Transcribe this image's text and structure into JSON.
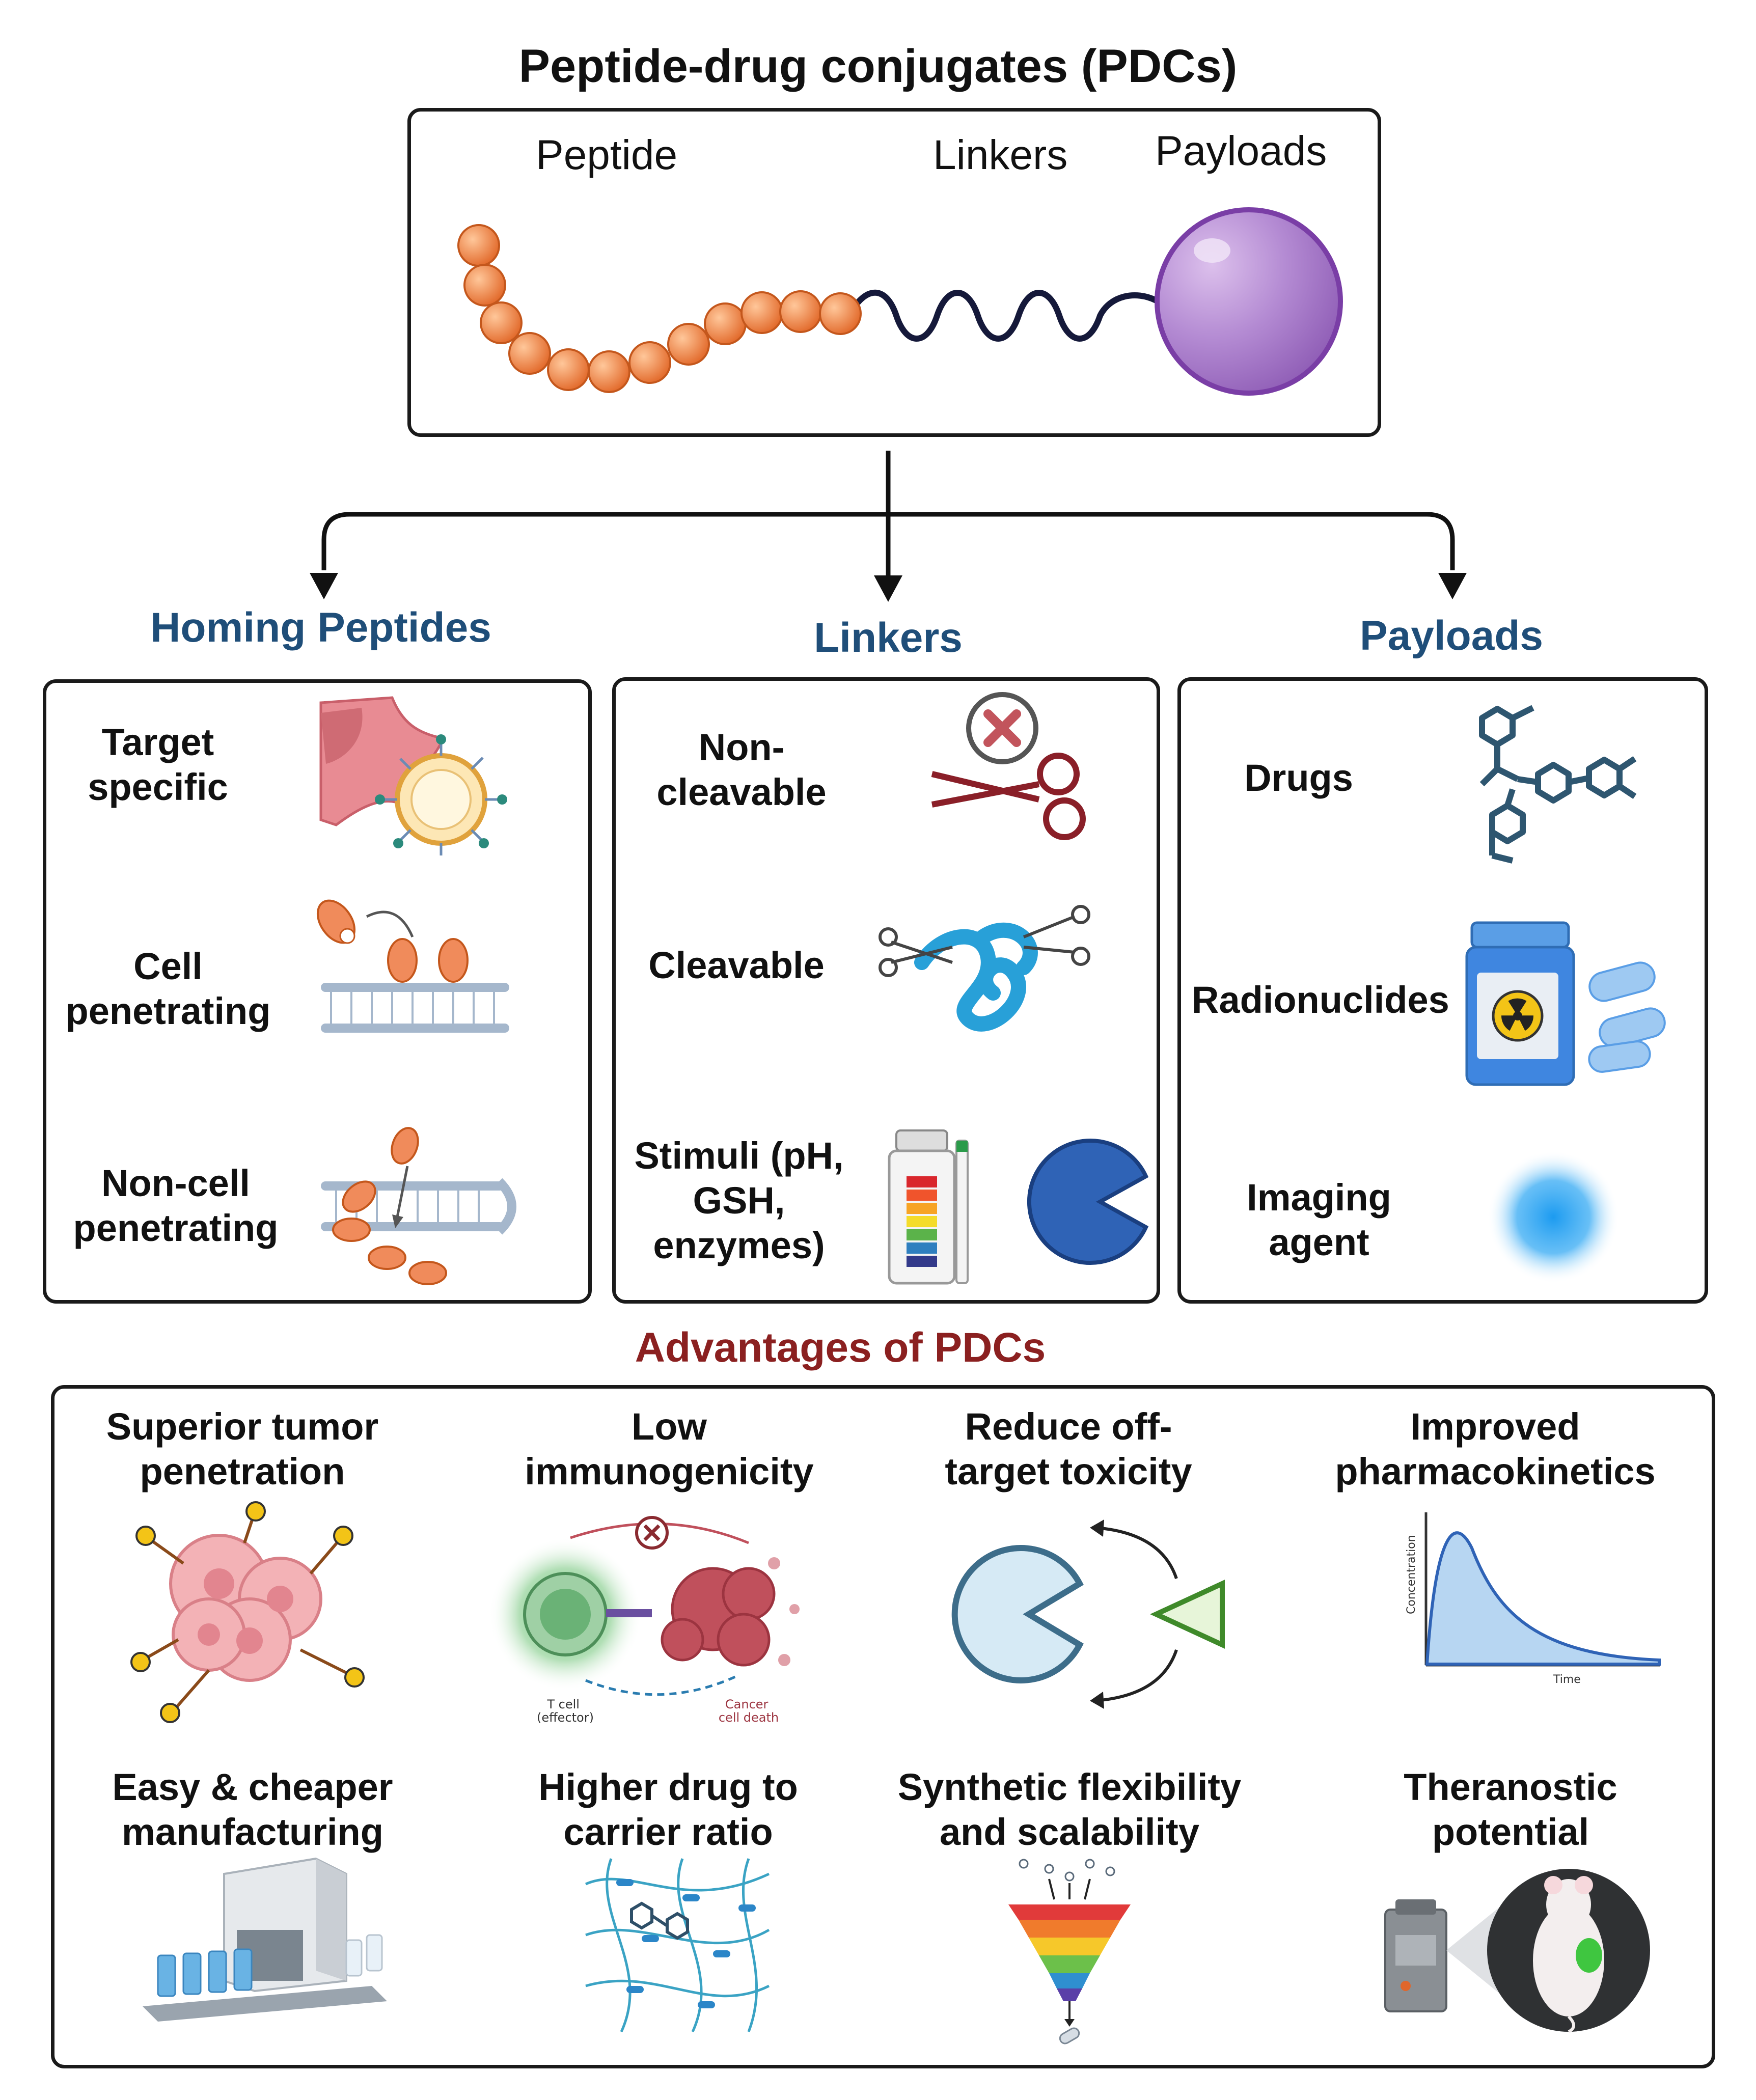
{
  "main_title": "Peptide-drug conjugates (PDCs)",
  "structure": {
    "peptide_label": "Peptide",
    "linkers_label": "Linkers",
    "payloads_label": "Payloads"
  },
  "sections": {
    "homing": {
      "title": "Homing Peptides",
      "items": [
        {
          "label": "Target\nspecific",
          "icon": "cell-targeting-nanoparticle-icon"
        },
        {
          "label": "Cell\npenetrating",
          "icon": "membrane-penetration-icon"
        },
        {
          "label": "Non-cell\npenetrating",
          "icon": "membrane-bounce-icon"
        }
      ]
    },
    "linkers": {
      "title": "Linkers",
      "items": [
        {
          "label": "Non-\ncleavable",
          "icon": "crossed-scissors-icon"
        },
        {
          "label": "Cleavable",
          "icon": "scissors-cutting-strand-icon"
        },
        {
          "label": "Stimuli (pH,\nGSH,\nenzymes)",
          "icon": "ph-strip-enzyme-icon"
        }
      ]
    },
    "payloads": {
      "title": "Payloads",
      "items": [
        {
          "label": "Drugs",
          "icon": "molecule-structure-icon"
        },
        {
          "label": "Radionuclides",
          "icon": "radioactive-bottle-icon"
        },
        {
          "label": "Imaging\nagent",
          "icon": "glowing-dot-icon"
        }
      ]
    }
  },
  "advantages": {
    "title": "Advantages of PDCs",
    "items": [
      {
        "label": "Superior tumor\npenetration",
        "icon": "tumor-cluster-icon"
      },
      {
        "label": "Low\nimmunogenicity",
        "icon": "tcell-cancer-icon"
      },
      {
        "label": "Reduce off-\ntarget toxicity",
        "icon": "pacman-target-icon"
      },
      {
        "label": "Improved\npharmacokinetics",
        "icon": "concentration-time-curve-icon"
      },
      {
        "label": "Easy & cheaper\nmanufacturing",
        "icon": "manufacturing-machine-icon"
      },
      {
        "label": "Higher drug to\ncarrier ratio",
        "icon": "drug-network-icon"
      },
      {
        "label": "Synthetic flexibility\nand scalability",
        "icon": "rainbow-funnel-icon"
      },
      {
        "label": "Theranostic\npotential",
        "icon": "imaging-mouse-icon"
      }
    ],
    "tcell_label": "T cell\n(effector)",
    "cancer_label": "Cancer\ncell death",
    "pk_ylabel": "Concentration",
    "pk_xlabel": "Time"
  },
  "colors": {
    "section_title": "#1f4e79",
    "advantages_title": "#8b2020",
    "peptide_bead": "#f28c4e",
    "payload_sphere": "#a875c9"
  }
}
